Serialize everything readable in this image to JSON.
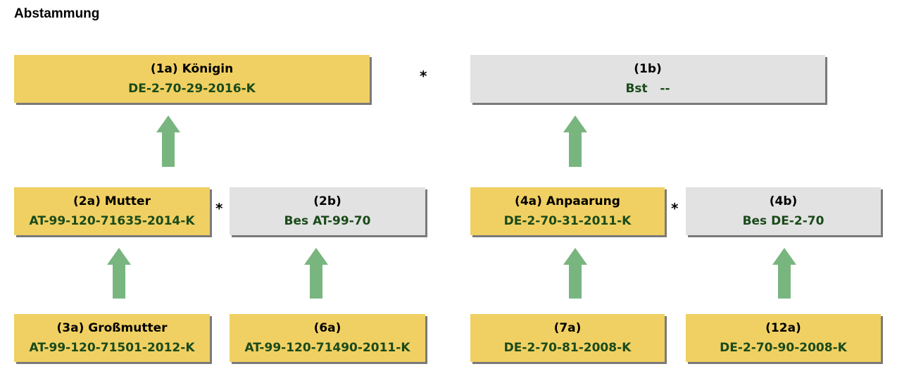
{
  "title": "Abstammung",
  "connector": "*",
  "nodes": {
    "n1a": {
      "label": "(1a) Königin",
      "code": "DE-2-70-29-2016-K"
    },
    "n1b": {
      "label": "(1b)",
      "code": "Bst   --"
    },
    "n2a": {
      "label": "(2a) Mutter",
      "code": "AT-99-120-71635-2014-K"
    },
    "n2b": {
      "label": "(2b)",
      "code": "Bes AT-99-70"
    },
    "n4a": {
      "label": "(4a) Anpaarung",
      "code": "DE-2-70-31-2011-K"
    },
    "n4b": {
      "label": "(4b)",
      "code": "Bes DE-2-70"
    },
    "n3a": {
      "label": "(3a) Großmutter",
      "code": "AT-99-120-71501-2012-K"
    },
    "n6a": {
      "label": "(6a)",
      "code": "AT-99-120-71490-2011-K"
    },
    "n7a": {
      "label": "(7a)",
      "code": "DE-2-70-81-2008-K"
    },
    "n12a": {
      "label": "(12a)",
      "code": "DE-2-70-90-2008-K"
    }
  },
  "colors": {
    "box_yellow": "#f0d062",
    "box_grey": "#e2e2e2",
    "arrow": "#79b57f",
    "code_text": "#1a4a1a"
  }
}
